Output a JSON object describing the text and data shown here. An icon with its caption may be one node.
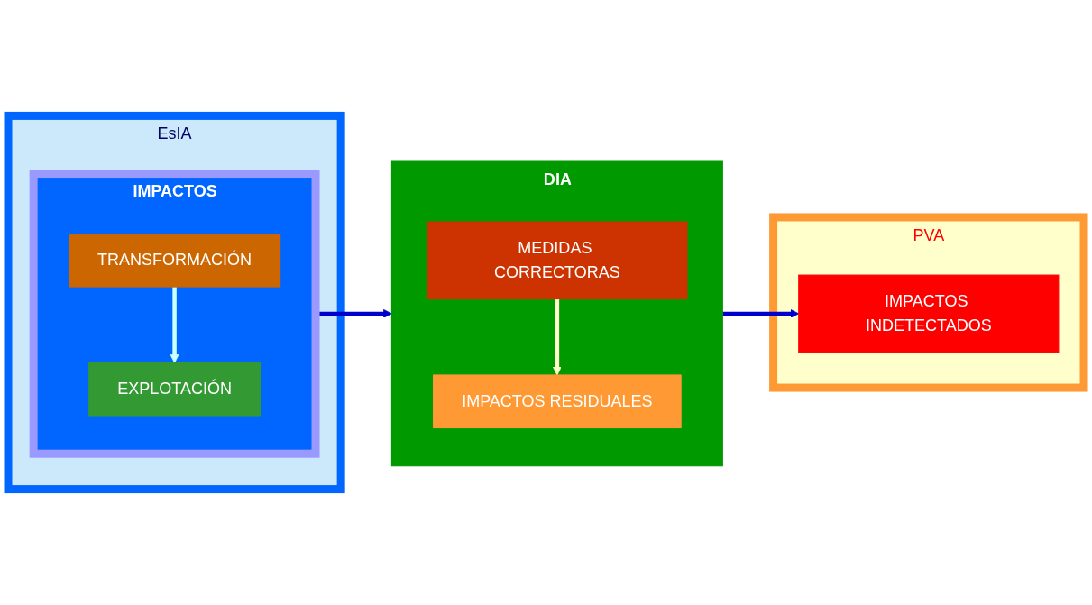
{
  "diagram": {
    "nodes": [
      {
        "text": [
          "EsIA"
        ]
      },
      {
        "text": [
          "IMPACTOS"
        ],
        "in": 0
      },
      {
        "text": [
          "TRANSFORMACIÓN"
        ],
        "in": 1
      },
      {
        "text": [
          "EXPLOTACIÓN"
        ],
        "in": 1
      },
      {
        "text": [
          "PVA"
        ]
      },
      {
        "text": [
          "DIA"
        ]
      },
      {
        "text": [
          "MEDIDAS CORRECTORAS"
        ],
        "in": 5
      },
      {
        "text": [
          "IMPACTOS RESIDUALES"
        ],
        "in": 5
      },
      {
        "text": [
          "IMPACTOS INDETECTADOS"
        ],
        "in": 4
      }
    ],
    "edges": [
      {
        "from": 2,
        "to": 3,
        "arrow": "to",
        "color": "#ccffff"
      },
      {
        "from": 1,
        "to": 5,
        "arrow": "to",
        "color": "#0000cc"
      },
      {
        "from": 6,
        "to": 7,
        "arrow": "to",
        "color": "#ffffcc"
      },
      {
        "from": 5,
        "to": 8,
        "arrow": "to",
        "color": "#0000cc"
      }
    ]
  }
}
